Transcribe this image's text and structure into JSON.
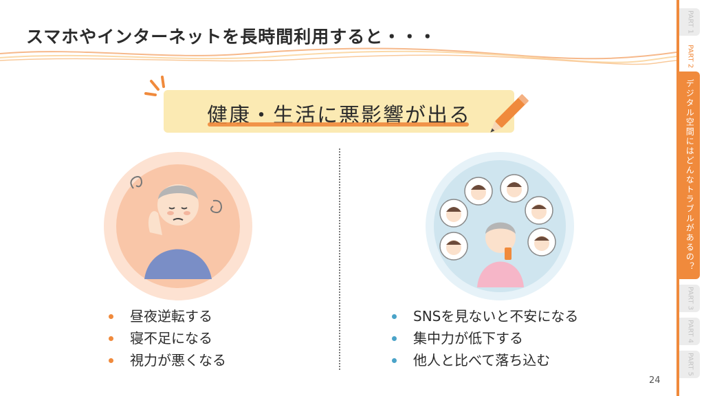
{
  "title": "スマホやインターネットを長時間利用すると・・・",
  "banner": {
    "text": "健康・生活に悪影響が出る"
  },
  "left_list": [
    "昼夜逆転する",
    "寝不足になる",
    "視力が悪くなる"
  ],
  "right_list": [
    "SNSを見ないと不安になる",
    "集中力が低下する",
    "他人と比べて落ち込む"
  ],
  "page_number": "24",
  "side_tabs": {
    "part1": "PART 1",
    "part2": "PART 2",
    "part2_title": "デジタル空間にはどんなトラブルがあるの？",
    "part3": "PART 3",
    "part4": "PART 4",
    "part5": "PART 5"
  },
  "colors": {
    "accent": "#f08a3c",
    "banner": "#fbeab3",
    "blue_dot": "#4aa3c8",
    "orange_dot": "#f08a3c"
  },
  "icons": {
    "left_illustration": "tired-person-illustration",
    "right_illustration": "person-with-phone-surrounded-by-faces-illustration"
  }
}
